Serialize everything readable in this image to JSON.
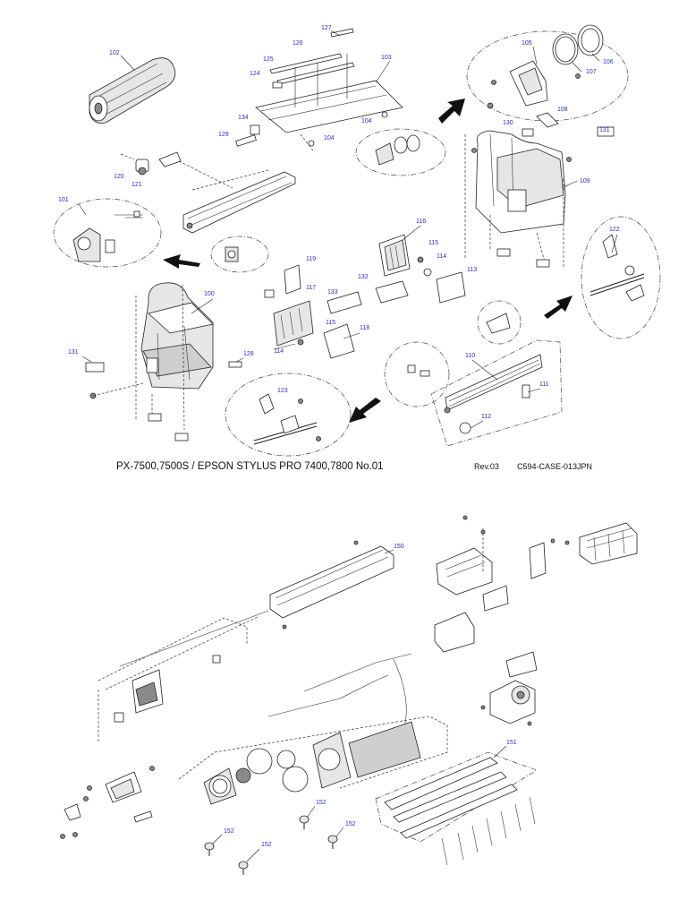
{
  "caption": {
    "title": "PX-7500,7500S / EPSON STYLUS PRO 7400,7800   No.01",
    "revision": "Rev.03",
    "code": "C594-CASE-013JPN"
  },
  "colors": {
    "callout": "#2a2ad0",
    "lines": "#222222",
    "background": "#ffffff"
  },
  "callouts_top": [
    "102",
    "127",
    "126",
    "125",
    "124",
    "103",
    "134",
    "129",
    "104",
    "104",
    "120",
    "121",
    "101",
    "105",
    "106",
    "107",
    "130",
    "108",
    "131",
    "109",
    "122",
    "119",
    "117",
    "115",
    "133",
    "116",
    "115",
    "114",
    "132",
    "113",
    "100",
    "118",
    "114",
    "131",
    "128",
    "123",
    "110",
    "111",
    "112"
  ],
  "callouts_bottom": [
    "150",
    "151",
    "152",
    "152",
    "152",
    "152"
  ]
}
